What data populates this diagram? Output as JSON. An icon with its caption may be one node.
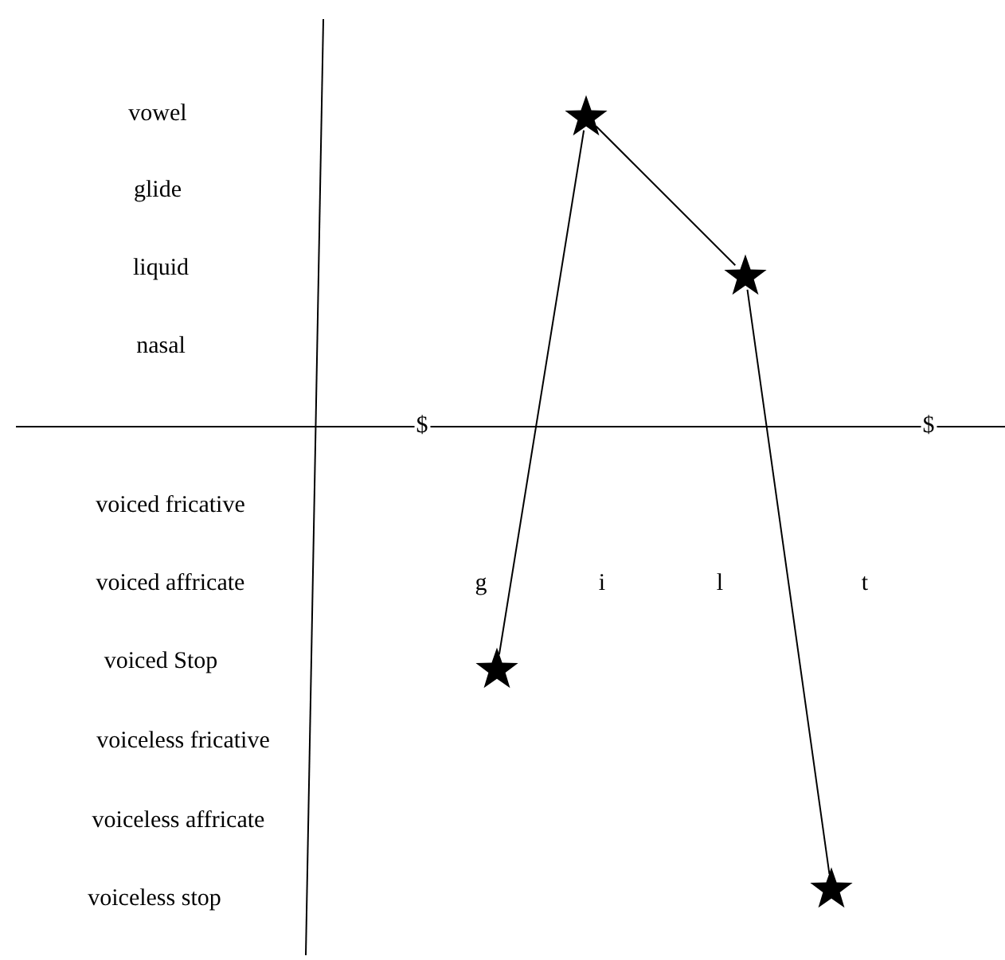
{
  "diagram": {
    "nodes": [
      {
        "text": [],
        "shape": "star"
      },
      {
        "text": [],
        "shape": "star"
      },
      {
        "text": [],
        "shape": "star"
      },
      {
        "text": [],
        "shape": "star"
      }
    ],
    "edges": [
      {
        "from": 0,
        "to": 1,
        "arrow": "none"
      },
      {
        "from": 1,
        "to": 2,
        "arrow": "none"
      },
      {
        "from": 2,
        "to": 3,
        "arrow": "none"
      }
    ],
    "labels": [
      "vowel",
      "glide",
      "liquid",
      "nasal",
      "$",
      "$",
      "voiced fricative",
      "voiced affricate",
      "g",
      "i",
      "l",
      "t",
      "voiced Stop",
      "voiceless fricative",
      "voiceless affricate",
      "voiceless stop"
    ]
  }
}
